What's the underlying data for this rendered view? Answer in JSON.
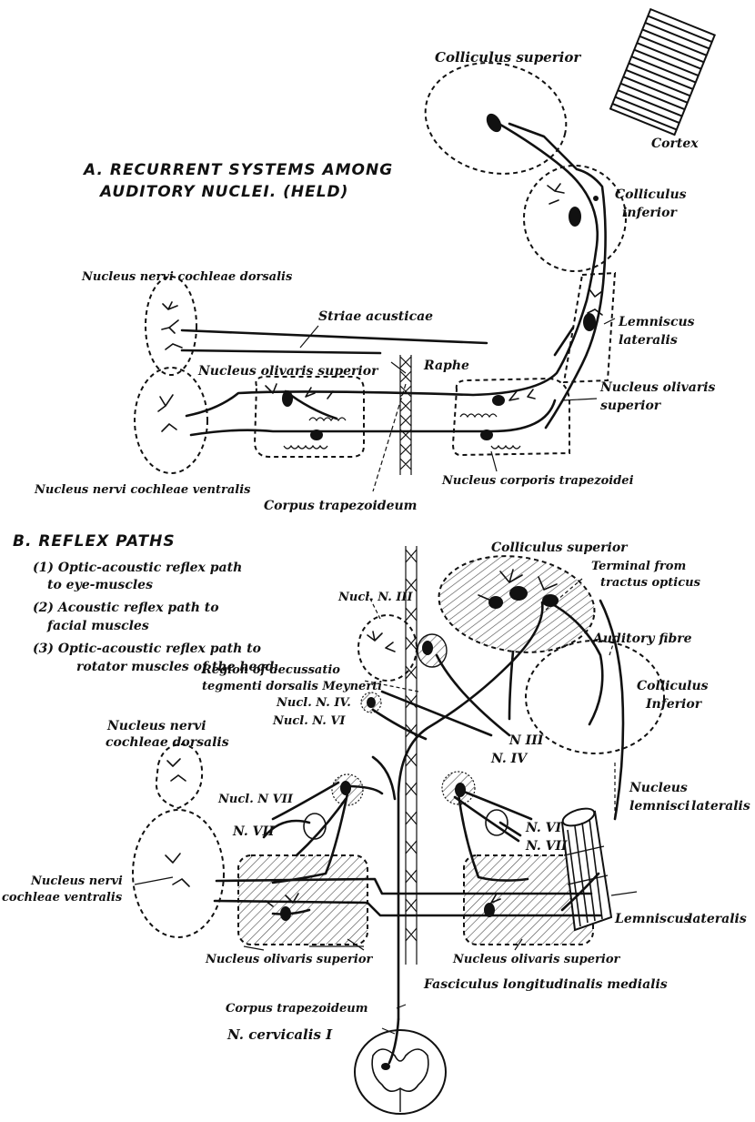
{
  "part_a": {
    "heading_line1": "A. RECURRENT SYSTEMS AMONG",
    "heading_line2": "AUDITORY NUCLEI. (HELD)",
    "labels": {
      "colliculus_superior": "Colliculus superior",
      "cortex": "Cortex",
      "colliculus_inferior_1": "Colliculus",
      "colliculus_inferior_2": "inferior",
      "nucleus_dorsalis": "Nucleus nervi cochleae dorsalis",
      "striae": "Striae acusticae",
      "lemniscus_1": "Lemniscus",
      "lemniscus_2": "lateralis",
      "olivaris_left": "Nucleus olivaris superior",
      "raphe": "Raphe",
      "olivaris_right_1": "Nucleus olivaris",
      "olivaris_right_2": "superior",
      "nucleus_ventralis": "Nucleus nervi cochleae ventralis",
      "corporis_trapezoidei": "Nucleus corporis trapezoidei",
      "corpus_trapezoideum": "Corpus trapezoideum"
    }
  },
  "part_b": {
    "heading": "B.   REFLEX PATHS",
    "legend": [
      {
        "line1": "(1) Optic-acoustic reflex path",
        "line2": "to eye-muscles"
      },
      {
        "line1": "(2) Acoustic reflex path to",
        "line2": "facial muscles"
      },
      {
        "line1": "(3) Optic-acoustic reflex path to",
        "line2": "rotator muscles of the head."
      }
    ],
    "labels": {
      "colliculus_superior": "Colliculus superior",
      "terminal_1": "Terminal from",
      "terminal_2": "tractus opticus",
      "nucl_n3": "Nucl. N. III",
      "auditory_fibre": "Auditory fibre",
      "region_1": "Region of decussatio",
      "region_2": "tegmenti dorsalis Meynerti",
      "colliculus_inferior_1": "Colliculus",
      "colliculus_inferior_2": "Inferior",
      "nucl_n4": "Nucl. N. IV.",
      "nucl_n6": "Nucl. N. VI",
      "n3": "N III",
      "n4": "N. IV",
      "nucleus_dorsalis_1": "Nucleus nervi",
      "nucleus_dorsalis_2": "cochleae dorsalis",
      "nucl_n7": "Nucl. N VII",
      "nucleus_lemnisci_1": "Nucleus",
      "nucleus_lemnisci_2": "lemnisci",
      "nucleus_lemnisci_3": "lateralis",
      "n7_left": "N. VII",
      "n6_right": "N. VI",
      "n7_right": "N. VII",
      "nucleus_ventralis_1": "Nucleus nervi",
      "nucleus_ventralis_2": "cochleae ventralis",
      "lemniscus_lateralis_1": "Lemniscus",
      "lemniscus_lateralis_2": "lateralis",
      "olivaris_left": "Nucleus olivaris superior",
      "olivaris_right": "Nucleus olivaris superior",
      "fasciculus": "Fasciculus longitudinalis medialis",
      "corpus_trapezoideum": "Corpus trapezoideum",
      "n_cervicalis": "N. cervicalis I"
    }
  }
}
